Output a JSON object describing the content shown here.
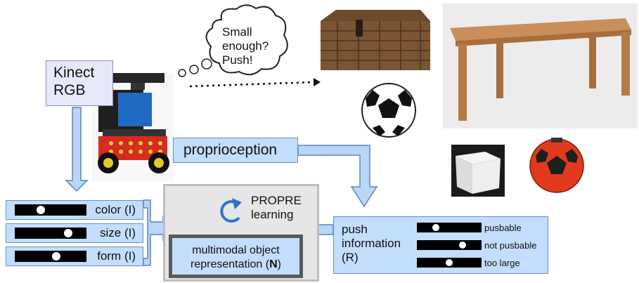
{
  "kinect": {
    "line1": "Kinect",
    "line2": "RGB"
  },
  "thought": {
    "line1": "Small",
    "line2": "enough?",
    "line3": "Push!"
  },
  "proprioception": "proprioception",
  "features": [
    {
      "label": "color (I)",
      "level": 0.33
    },
    {
      "label": "size (I)",
      "level": 0.8
    },
    {
      "label": "form (I)",
      "level": 0.6
    }
  ],
  "propre": {
    "line1": "PROPRE",
    "line2": "learning"
  },
  "multimodal": {
    "line1": "multimodal object",
    "line2_prefix": "representation (",
    "line2_bold": "N",
    "line2_suffix": ")"
  },
  "push": {
    "line1": "push",
    "line2": "information",
    "line3": "(R)",
    "items": [
      {
        "label": "pusbable",
        "level": 0.25
      },
      {
        "label": "not pusbable",
        "level": 0.75
      },
      {
        "label": "too large",
        "level": 0.5
      }
    ]
  },
  "colors": {
    "panel_blue": "#c3defc",
    "panel_lavender": "#e8e8fb",
    "panel_gray": "#e6e6e6",
    "arrow_fill": "#b9d6f7",
    "arrow_stroke": "#5b86b8"
  },
  "pictures": [
    "robot",
    "wicker-basket",
    "soccer-ball",
    "wooden-table",
    "white-cube",
    "red-soccer-ball"
  ]
}
